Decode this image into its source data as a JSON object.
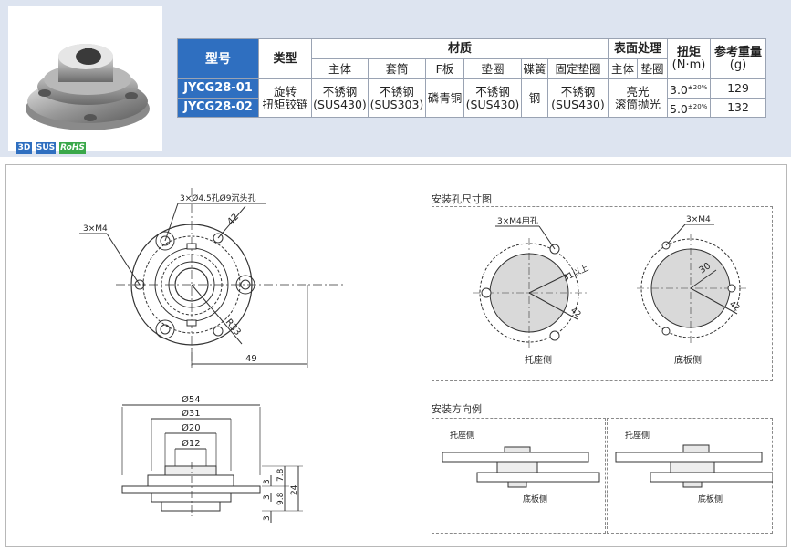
{
  "badges": [
    {
      "text": "3D",
      "color": "#2f6fc0"
    },
    {
      "text": "SUS",
      "color": "#2f6fc0"
    },
    {
      "text": "RoHS",
      "color": "#3aa84a"
    }
  ],
  "table": {
    "h_model": "型号",
    "h_type": "类型",
    "h_material": "材质",
    "h_surface": "表面处理",
    "h_torque": "扭矩",
    "h_torque_unit": "(N·m)",
    "h_weight": "参考重量",
    "h_weight_unit": "(g)",
    "sub_body": "主体",
    "sub_sleeve": "套筒",
    "sub_fplate": "F板",
    "sub_washer": "垫圈",
    "sub_spring": "碟簧",
    "sub_fixwasher": "固定垫圈",
    "sub_s_body": "主体",
    "sub_s_washer": "垫圈",
    "models": [
      "JYCG28-01",
      "JYCG28-02"
    ],
    "type1": "旋转",
    "type2": "扭矩铰链",
    "stainless": "不锈钢",
    "body_mat": "(SUS430)",
    "sleeve_mat": "(SUS303)",
    "fplate_mat": "磷青铜",
    "washer_mat": "(SUS430)",
    "spring_mat": "钢",
    "fixwasher_mat": "(SUS430)",
    "surface1": "亮光",
    "surface2": "滚筒抛光",
    "torques": [
      "3.0",
      "5.0"
    ],
    "tol": "±20%",
    "weights": [
      "129",
      "132"
    ]
  },
  "drawing": {
    "hole_callout": "3×Ø4.5孔Ø9沉头孔",
    "m4_left": "3×M4",
    "dim_42": "42",
    "dim_r33": "R33",
    "dim_49": "49",
    "dim_d54": "Ø54",
    "dim_d31": "Ø31",
    "dim_d20": "Ø20",
    "dim_d12": "Ø12",
    "dim_3a": "3",
    "dim_78": "7.8",
    "dim_3b": "3",
    "dim_98": "9.8",
    "dim_24": "24",
    "dim_3c": "3"
  },
  "mount": {
    "title": "安装孔尺寸图",
    "left_callout": "3×M4用孔",
    "left_dim31": "31以上",
    "left_dim42": "42",
    "left_caption": "托座侧",
    "right_callout": "3×M4",
    "right_dim30": "30",
    "right_dim42": "42",
    "right_caption": "底板侧"
  },
  "direction": {
    "title": "安装方向例",
    "l_top": "托座侧",
    "l_bottom": "底板侧",
    "r_top": "托座侧",
    "r_bottom": "底板侧"
  }
}
